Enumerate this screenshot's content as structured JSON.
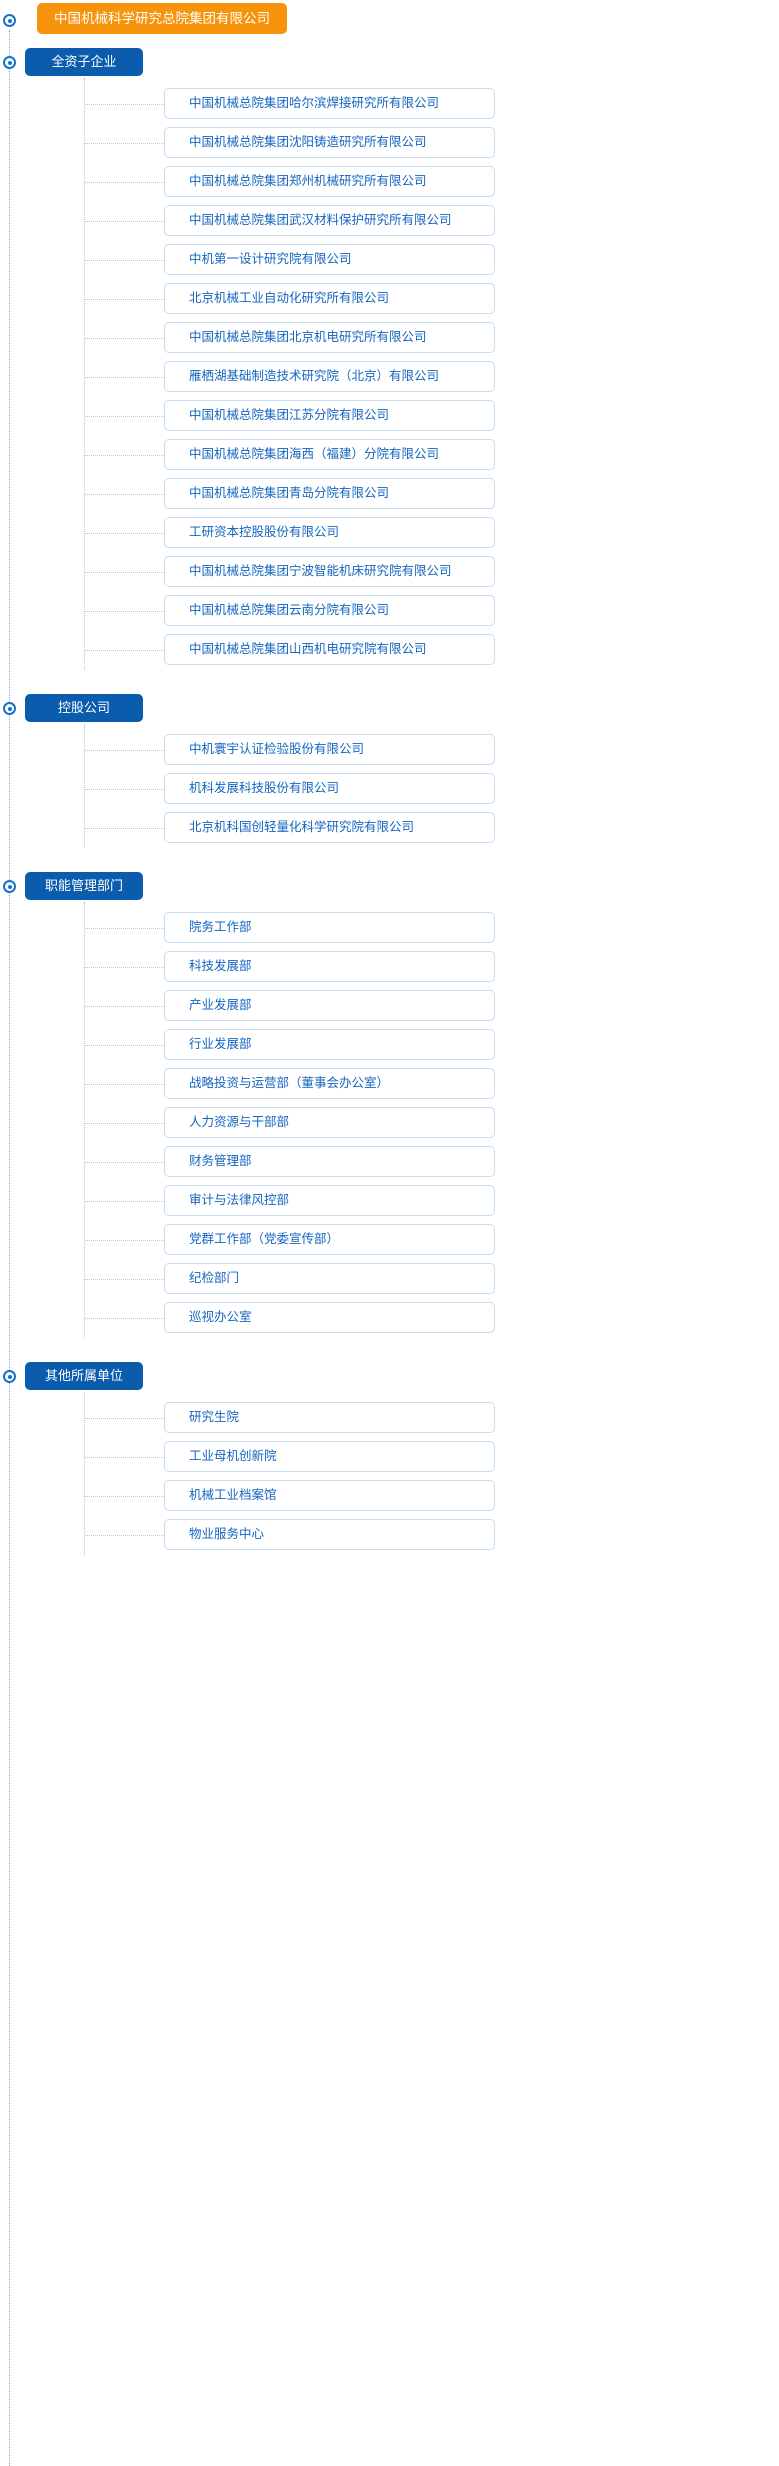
{
  "chart": {
    "root": {
      "label": "中国机械科学研究总院集团有限公司",
      "color": "#F6930B",
      "text_color": "#FFFFFF"
    },
    "colors": {
      "section_header_bg": "#0B5CAD",
      "item_border": "#C6DCF1",
      "item_text": "#1565C0",
      "connector": "#A9C9E8",
      "spine": "#7FAEDC",
      "bullet": "#1473C8"
    },
    "sections": [
      {
        "label": "全资子企业",
        "items": [
          {
            "label": "中国机械总院集团哈尔滨焊接研究所有限公司"
          },
          {
            "label": "中国机械总院集团沈阳铸造研究所有限公司"
          },
          {
            "label": "中国机械总院集团郑州机械研究所有限公司"
          },
          {
            "label": "中国机械总院集团武汉材料保护研究所有限公司"
          },
          {
            "label": "中机第一设计研究院有限公司"
          },
          {
            "label": "北京机械工业自动化研究所有限公司"
          },
          {
            "label": "中国机械总院集团北京机电研究所有限公司"
          },
          {
            "label": "雁栖湖基础制造技术研究院（北京）有限公司"
          },
          {
            "label": "中国机械总院集团江苏分院有限公司"
          },
          {
            "label": "中国机械总院集团海西（福建）分院有限公司"
          },
          {
            "label": "中国机械总院集团青岛分院有限公司"
          },
          {
            "label": "工研资本控股股份有限公司"
          },
          {
            "label": "中国机械总院集团宁波智能机床研究院有限公司"
          },
          {
            "label": "中国机械总院集团云南分院有限公司"
          },
          {
            "label": "中国机械总院集团山西机电研究院有限公司"
          }
        ]
      },
      {
        "label": "控股公司",
        "items": [
          {
            "label": "中机寰宇认证检验股份有限公司"
          },
          {
            "label": "机科发展科技股份有限公司"
          },
          {
            "label": "北京机科国创轻量化科学研究院有限公司"
          }
        ]
      },
      {
        "label": "职能管理部门",
        "items": [
          {
            "label": "院务工作部"
          },
          {
            "label": "科技发展部"
          },
          {
            "label": "产业发展部"
          },
          {
            "label": "行业发展部"
          },
          {
            "label": "战略投资与运营部（董事会办公室）"
          },
          {
            "label": "人力资源与干部部"
          },
          {
            "label": "财务管理部"
          },
          {
            "label": "审计与法律风控部"
          },
          {
            "label": "党群工作部（党委宣传部）"
          },
          {
            "label": "纪检部门"
          },
          {
            "label": "巡视办公室"
          }
        ]
      },
      {
        "label": "其他所属单位",
        "items": [
          {
            "label": "研究生院"
          },
          {
            "label": "工业母机创新院"
          },
          {
            "label": "机械工业档案馆"
          },
          {
            "label": "物业服务中心"
          }
        ]
      }
    ]
  }
}
